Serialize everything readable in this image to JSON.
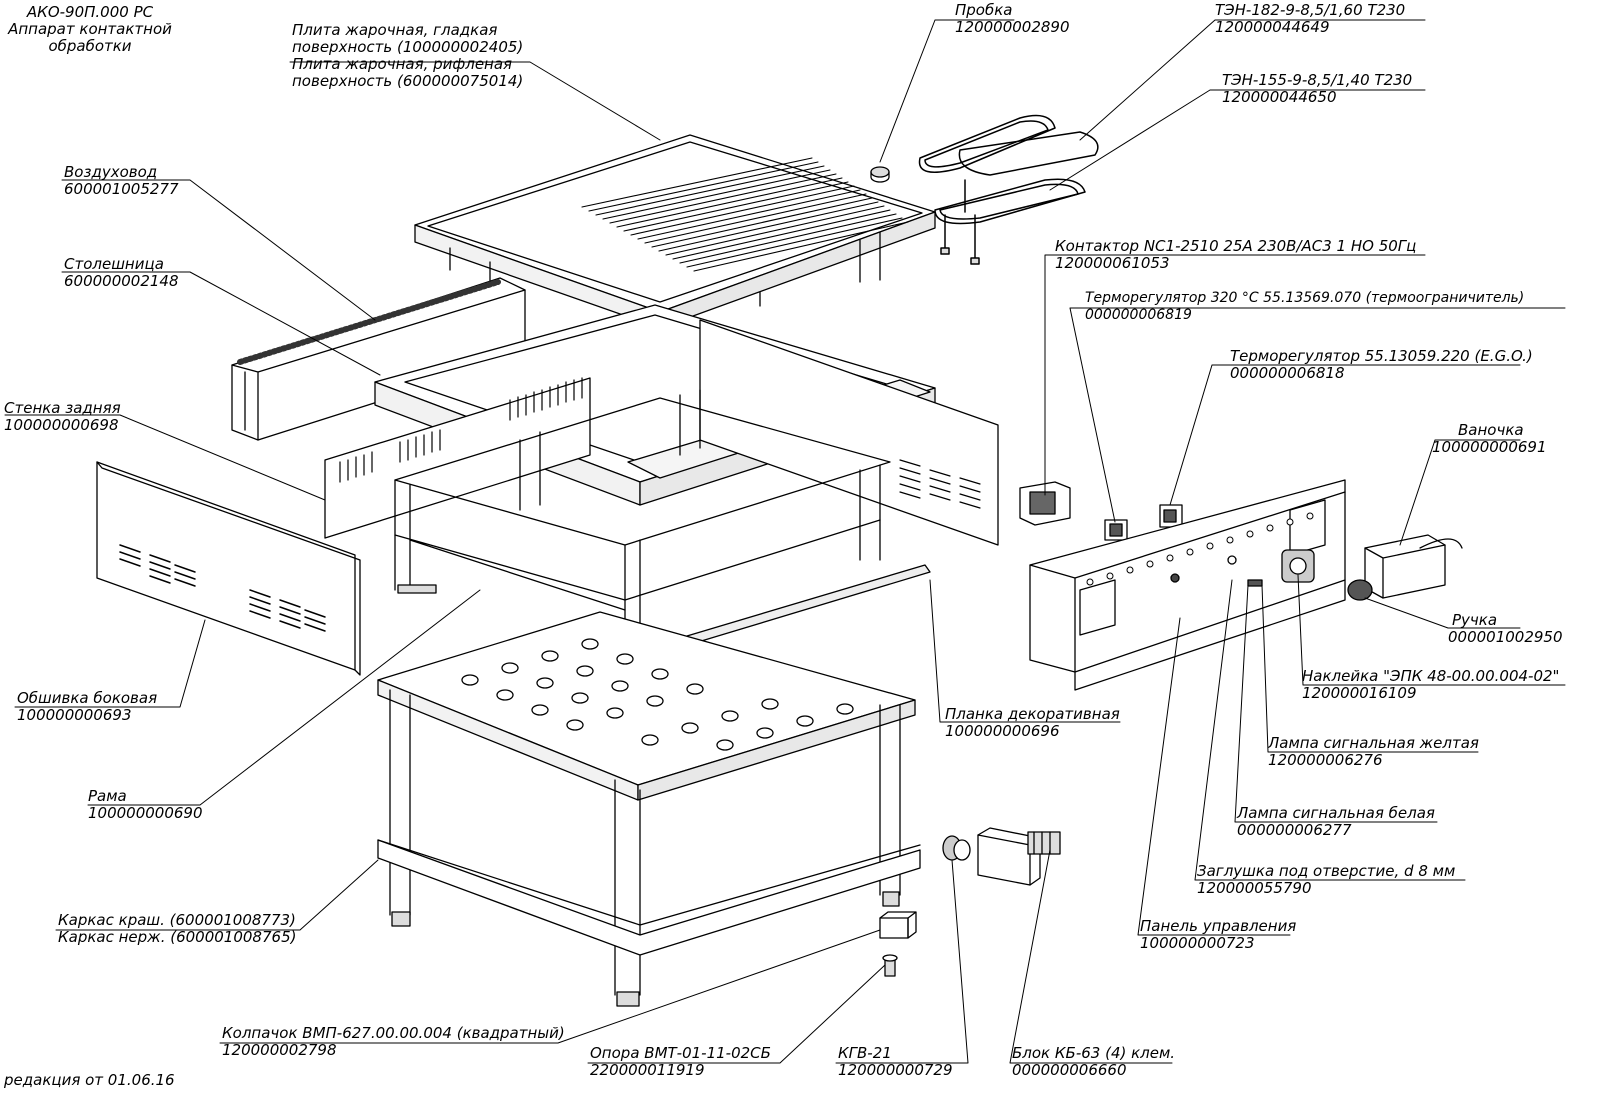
{
  "header": {
    "doc_code": "АКО-90П.000 РС",
    "title_line1": "Аппарат контактной",
    "title_line2": "обработки"
  },
  "footer": {
    "revision": "редакция от 01.06.16"
  },
  "parts": {
    "plate_smooth_name": "Плита жарочная, гладкая",
    "plate_smooth_code": "поверхность (100000002405)",
    "plate_ribbed_name": "Плита жарочная, рифленая",
    "plate_ribbed_code": "поверхность (600000075014)",
    "plug_name": "Пробка",
    "plug_code": "120000002890",
    "ten182_name": "ТЭН-182-9-8,5/1,60 Т230",
    "ten182_code": "120000044649",
    "ten155_name": "ТЭН-155-9-8,5/1,40 Т230",
    "ten155_code": "120000044650",
    "duct_name": "Воздуховод",
    "duct_code": "600001005277",
    "tabletop_name": "Столешница",
    "tabletop_code": "600000002148",
    "contactor_name": "Контактор NC1-2510 25А 230В/АС3 1 НО 50Гц",
    "contactor_code": "120000061053",
    "thermo320_name": "Терморегулятор 320 °С  55.13569.070 (термоограничитель)",
    "thermo320_code": "000000006819",
    "thermo_ego_name": "Терморегулятор 55.13059.220 (E.G.O.)",
    "thermo_ego_code": "000000006818",
    "backwall_name": "Стенка задняя",
    "backwall_code": "100000000698",
    "tray_name": "Ваночка",
    "tray_code": "100000000691",
    "side_name": "Обшивка боковая",
    "side_code": "100000000693",
    "handle_name": "Ручка",
    "handle_code": "000001002950",
    "sticker_name": "Наклейка \"ЭПК 48-00.00.004-02\"",
    "sticker_code": "120000016109",
    "decor_name": "Планка декоративная",
    "decor_code": "100000000696",
    "lamp_yellow_name": "Лампа сигнальная желтая",
    "lamp_yellow_code": "120000006276",
    "frame_name": "Рама",
    "frame_code": "100000000690",
    "lamp_white_name": "Лампа сигнальная белая",
    "lamp_white_code": "000000006277",
    "hole_plug_name": "Заглушка под отверстие, d 8 мм",
    "hole_plug_code": "120000055790",
    "panel_name": "Панель управления",
    "panel_code": "100000000723",
    "carcass_painted": "Каркас краш. (600001008773)",
    "carcass_steel": "Каркас нерж. (600001008765)",
    "cap_name": "Колпачок ВМП-627.00.00.004 (квадратный)",
    "cap_code": "120000002798",
    "foot_name": "Опора ВМТ-01-11-02СБ",
    "foot_code": "220000011919",
    "kgv_name": "КГВ-21",
    "kgv_code": "120000000729",
    "block_name": "Блок КБ-63 (4) клем.",
    "block_code": "000000006660"
  }
}
